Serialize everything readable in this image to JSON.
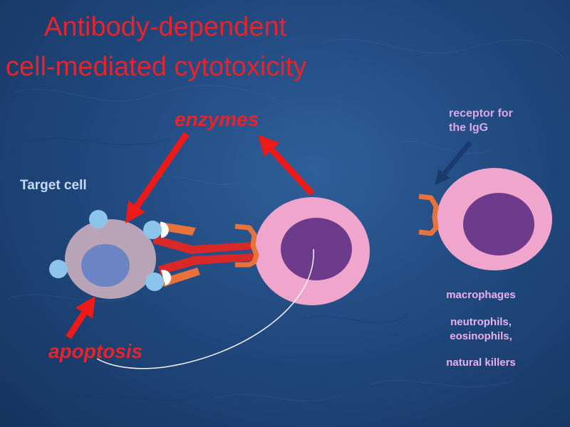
{
  "title": {
    "line1": "Antibody-dependent",
    "line2": "cell-mediated cytotoxicity"
  },
  "labels": {
    "enzymes": "enzymes",
    "apoptosis": "apoptosis",
    "target_cell": "Target cell",
    "receptor_line1": "receptor for",
    "receptor_line2": "the IgG"
  },
  "effector_cells": [
    "macrophages",
    "neutrophils,",
    "eosinophils,",
    "natural killers"
  ],
  "colors": {
    "title": "#e8242a",
    "arrow": "#ee1a1a",
    "target_cell": "#b8a4b6",
    "target_nucleus": "#6c84c4",
    "antigen": "#8cc4ec",
    "effector_cell": "#f0a6cc",
    "effector_nucleus": "#6e3a8c",
    "receptor": "#e8723a",
    "antibody": "#d82828"
  }
}
